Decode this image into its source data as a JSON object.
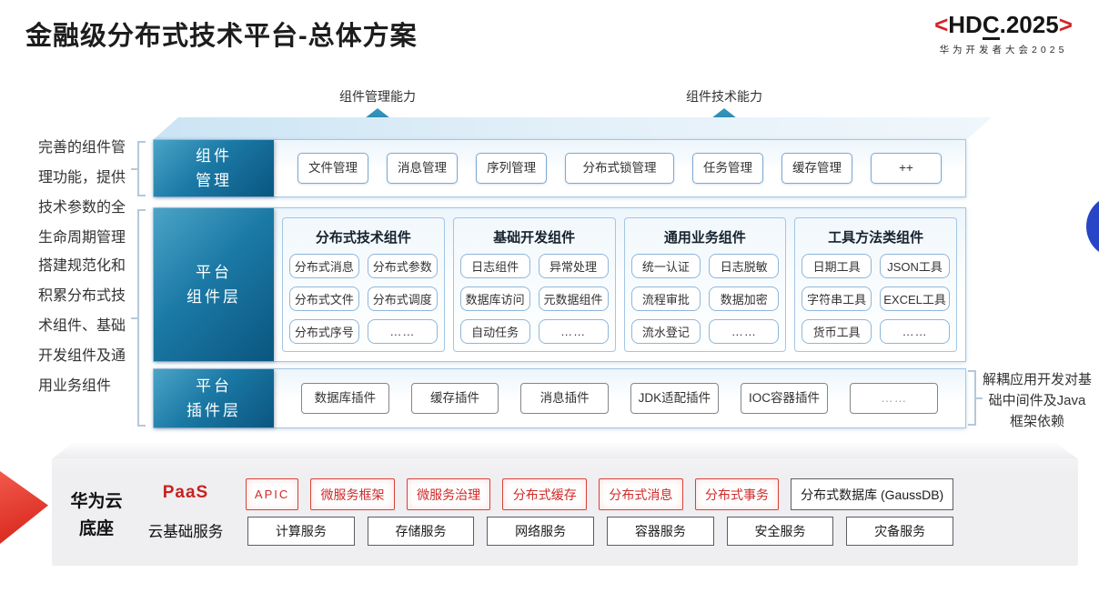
{
  "title": "金融级分布式技术平台-总体方案",
  "logo": {
    "open": "<",
    "hd": "HD",
    "c": "C",
    "rest": ".2025",
    "close": ">",
    "subtitle": "华为开发者大会2025"
  },
  "capability_arrows": [
    {
      "label": "组件管理能力"
    },
    {
      "label": "组件技术能力"
    }
  ],
  "left_notes": [
    "完善的组件管理功能，提供技术参数的全生命周期管理",
    "搭建规范化和积累分布式技术组件、基础开发组件及通用业务组件"
  ],
  "right_note": "解耦应用开发对基础中间件及Java框架依赖",
  "rows": {
    "management": {
      "label": "组件\n管理",
      "items": [
        "文件管理",
        "消息管理",
        "序列管理",
        "分布式锁管理",
        "任务管理",
        "缓存管理",
        "++"
      ]
    },
    "components": {
      "label": "平台\n组件层",
      "groups": [
        {
          "title": "分布式技术组件",
          "items": [
            "分布式消息",
            "分布式参数",
            "分布式文件",
            "分布式调度",
            "分布式序号",
            "……"
          ]
        },
        {
          "title": "基础开发组件",
          "items": [
            "日志组件",
            "异常处理",
            "数据库访问",
            "元数据组件",
            "自动任务",
            "……"
          ]
        },
        {
          "title": "通用业务组件",
          "items": [
            "统一认证",
            "日志脱敏",
            "流程审批",
            "数据加密",
            "流水登记",
            "……"
          ]
        },
        {
          "title": "工具方法类组件",
          "items": [
            "日期工具",
            "JSON工具",
            "字符串工具",
            "EXCEL工具",
            "货币工具",
            "……"
          ]
        }
      ]
    },
    "plugins": {
      "label": "平台\n插件层",
      "items": [
        "数据库插件",
        "缓存插件",
        "消息插件",
        "JDK适配插件",
        "IOC容器插件",
        "……"
      ]
    }
  },
  "foundation": {
    "label": "华为云\n底座",
    "paas_label": "PaaS",
    "paas_items": [
      "APIC",
      "微服务框架",
      "微服务治理",
      "分布式缓存",
      "分布式消息",
      "分布式事务"
    ],
    "paas_db_item": "分布式数据库 (GaussDB)",
    "iaas_label": "云基础服务",
    "iaas_items": [
      "计算服务",
      "存储服务",
      "网络服务",
      "容器服务",
      "安全服务",
      "灾备服务"
    ]
  },
  "colors": {
    "layer_label_blue": "#0a5680",
    "light_blue_border": "#a3c6e3",
    "chip_border_blue": "#7fa9d2",
    "arrow_teal": "#0f6b99",
    "brand_red": "#cf2a28",
    "logo_red": "#d4232a",
    "circle_blue": "#2745c6",
    "panel_gray": "#efeff1"
  }
}
